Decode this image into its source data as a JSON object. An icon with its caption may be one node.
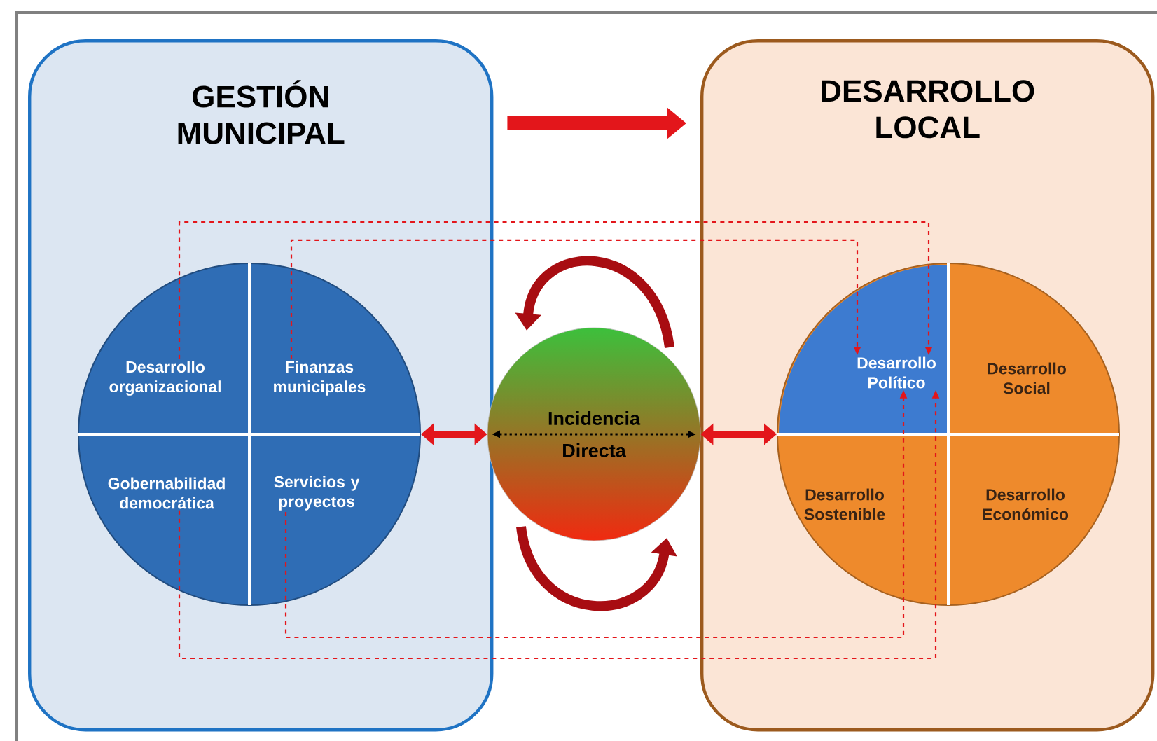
{
  "diagram": {
    "nodes": [
      {
        "text": [
          "GESTIÓN MUNICIPAL"
        ]
      },
      {
        "text": [],
        "shape": "circle",
        "in": 0
      },
      {
        "text": [
          "Desarrollo organizacional"
        ],
        "in": 1
      },
      {
        "text": [
          "Finanzas municipales"
        ],
        "in": 1
      },
      {
        "text": [
          "Gobernabilidad democrática"
        ],
        "in": 1
      },
      {
        "text": [
          "Servicios y proyectos"
        ],
        "in": 1
      },
      {
        "text": [
          "DESARROLLO LOCAL"
        ]
      },
      {
        "text": [],
        "shape": "circle",
        "in": 6
      },
      {
        "text": [
          "Desarrollo Político"
        ],
        "in": 7
      },
      {
        "text": [
          "Desarrollo Social"
        ],
        "in": 7
      },
      {
        "text": [
          "Desarrollo Sostenible"
        ],
        "in": 7
      },
      {
        "text": [
          "Desarrollo Económico"
        ],
        "in": 7
      },
      {
        "text": [
          "Incidencia Directa"
        ]
      }
    ],
    "edges": [
      {
        "from": 0,
        "to": 6,
        "arrow": "to",
        "style": "thick"
      },
      {
        "from": 1,
        "to": 12,
        "arrow": "both",
        "style": "thick"
      },
      {
        "from": 12,
        "to": 7,
        "arrow": "both",
        "style": "thick"
      },
      {
        "from": 2,
        "to": 8,
        "arrow": "to",
        "style": "dashed"
      },
      {
        "from": 3,
        "to": 8,
        "arrow": "to",
        "style": "dashed"
      },
      {
        "from": 4,
        "to": 8,
        "arrow": "to",
        "style": "dashed"
      },
      {
        "from": 5,
        "to": 8,
        "arrow": "to",
        "style": "dashed"
      }
    ]
  }
}
